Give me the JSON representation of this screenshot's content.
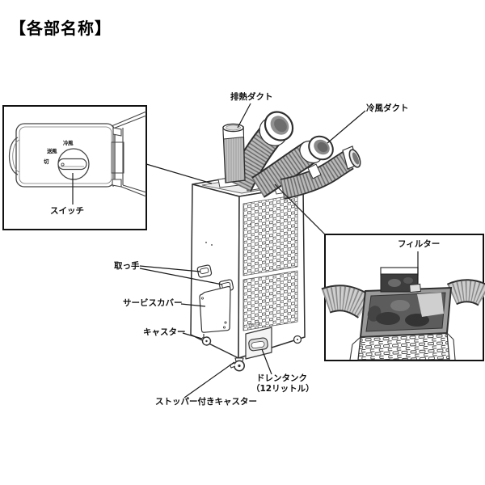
{
  "title": "【各部名称】",
  "unit_labels": {
    "exhaust_duct": "排熱ダクト",
    "cold_air_duct": "冷風ダクト",
    "handle": "取っ手",
    "service_cover": "サービスカバー",
    "caster": "キャスター",
    "caster_with_stopper": "ストッパー付きキャスター",
    "drain_tank": "ドレンタンク",
    "drain_tank_capacity": "（12リットル）"
  },
  "switch_inset": {
    "label": "スイッチ",
    "positions": {
      "cool": "冷風",
      "fan": "送風",
      "off": "切"
    }
  },
  "filter_inset": {
    "label": "フィルター"
  },
  "colors": {
    "ink": "#1a1a1a",
    "background": "#ffffff"
  }
}
